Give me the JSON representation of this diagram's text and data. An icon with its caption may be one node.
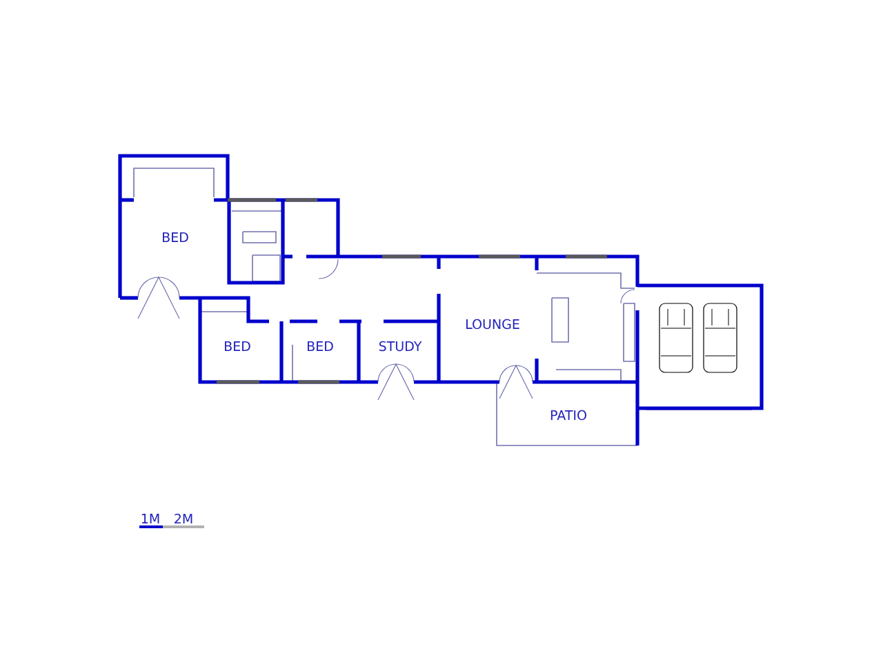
{
  "diagram": {
    "labels": [
      "BED",
      "LOUNGE",
      "BED",
      "BED",
      "STUDY",
      "PATIO",
      "1M",
      "2M"
    ]
  }
}
